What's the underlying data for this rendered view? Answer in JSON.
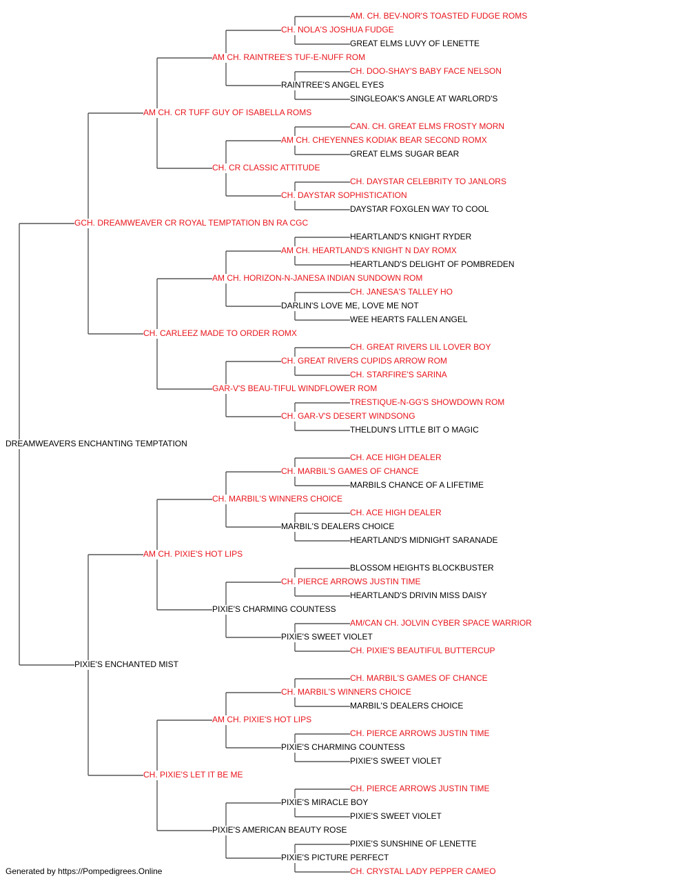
{
  "colors": {
    "champion": "#e8141b",
    "regular": "#000000",
    "line": "#555555"
  },
  "subject": {
    "name": "DREAMWEAVERS ENCHANTING TEMPTATION",
    "champion": false
  },
  "sire": {
    "name": "GCH. DREAMWEAVER CR ROYAL TEMPTATION BN RA CGC",
    "champion": true
  },
  "dam": {
    "name": "PIXIE'S ENCHANTED MIST",
    "champion": false
  },
  "generation3": [
    {
      "name": "AM CH. CR TUFF GUY OF ISABELLA ROMS",
      "champion": true
    },
    {
      "name": "CH. CARLEEZ MADE TO ORDER ROMX",
      "champion": true
    },
    {
      "name": "AM CH. PIXIE'S HOT LIPS",
      "champion": true
    },
    {
      "name": "CH. PIXIE'S LET IT BE ME",
      "champion": true
    }
  ],
  "generation4": [
    {
      "name": "AM CH. RAINTREE'S TUF-E-NUFF ROM",
      "champion": true
    },
    {
      "name": "CH. CR CLASSIC ATTITUDE",
      "champion": true
    },
    {
      "name": "AM CH. HORIZON-N-JANESA INDIAN SUNDOWN ROM",
      "champion": true
    },
    {
      "name": "GAR-V'S BEAU-TIFUL WINDFLOWER ROM",
      "champion": true
    },
    {
      "name": "CH. MARBIL'S WINNERS CHOICE",
      "champion": true
    },
    {
      "name": "PIXIE'S CHARMING COUNTESS",
      "champion": false
    },
    {
      "name": "AM CH. PIXIE'S HOT LIPS",
      "champion": true
    },
    {
      "name": "PIXIE'S AMERICAN BEAUTY ROSE",
      "champion": false
    }
  ],
  "generation5": [
    {
      "name": "CH. NOLA'S JOSHUA FUDGE",
      "champion": true
    },
    {
      "name": "RAINTREE'S ANGEL EYES",
      "champion": false
    },
    {
      "name": "AM CH. CHEYENNES KODIAK BEAR SECOND ROMX",
      "champion": true
    },
    {
      "name": "CH. DAYSTAR SOPHISTICATION",
      "champion": true
    },
    {
      "name": "AM CH. HEARTLAND'S KNIGHT N DAY ROMX",
      "champion": true
    },
    {
      "name": "DARLIN'S LOVE ME, LOVE ME NOT",
      "champion": false
    },
    {
      "name": "CH. GREAT RIVERS CUPIDS ARROW ROM",
      "champion": true
    },
    {
      "name": "CH. GAR-V'S DESERT WINDSONG",
      "champion": true
    },
    {
      "name": "CH. MARBIL'S GAMES OF CHANCE",
      "champion": true
    },
    {
      "name": "MARBIL'S DEALERS CHOICE",
      "champion": false
    },
    {
      "name": "CH. PIERCE ARROWS JUSTIN TIME",
      "champion": true
    },
    {
      "name": "PIXIE'S SWEET VIOLET",
      "champion": false
    },
    {
      "name": "CH. MARBIL'S WINNERS CHOICE",
      "champion": true
    },
    {
      "name": "PIXIE'S CHARMING COUNTESS",
      "champion": false
    },
    {
      "name": "PIXIE'S MIRACLE BOY",
      "champion": false
    },
    {
      "name": "PIXIE'S PICTURE PERFECT",
      "champion": false
    }
  ],
  "generation6": [
    {
      "name": "AM. CH. BEV-NOR'S TOASTED FUDGE ROMS",
      "champion": true
    },
    {
      "name": "GREAT ELMS LUVY OF LENETTE",
      "champion": false
    },
    {
      "name": "CH. DOO-SHAY'S BABY FACE NELSON",
      "champion": true
    },
    {
      "name": "SINGLEOAK'S ANGLE AT WARLORD'S",
      "champion": false
    },
    {
      "name": "CAN. CH. GREAT ELMS FROSTY MORN",
      "champion": true
    },
    {
      "name": "GREAT ELMS SUGAR BEAR",
      "champion": false
    },
    {
      "name": "CH. DAYSTAR CELEBRITY TO JANLORS",
      "champion": true
    },
    {
      "name": "DAYSTAR FOXGLEN WAY TO COOL",
      "champion": false
    },
    {
      "name": "HEARTLAND'S KNIGHT RYDER",
      "champion": false
    },
    {
      "name": "HEARTLAND'S DELIGHT OF POMBREDEN",
      "champion": false
    },
    {
      "name": "CH. JANESA'S TALLEY HO",
      "champion": true
    },
    {
      "name": "WEE HEARTS FALLEN ANGEL",
      "champion": false
    },
    {
      "name": "CH. GREAT RIVERS LIL LOVER BOY",
      "champion": true
    },
    {
      "name": "CH. STARFIRE'S SARINA",
      "champion": true
    },
    {
      "name": "TRESTIQUE-N-GG'S SHOWDOWN ROM",
      "champion": true
    },
    {
      "name": "THELDUN'S LITTLE BIT O MAGIC",
      "champion": false
    },
    {
      "name": "CH. ACE HIGH DEALER",
      "champion": true
    },
    {
      "name": "MARBILS CHANCE OF A LIFETIME",
      "champion": false
    },
    {
      "name": "CH. ACE HIGH DEALER",
      "champion": true
    },
    {
      "name": "HEARTLAND'S MIDNIGHT SARANADE",
      "champion": false
    },
    {
      "name": "BLOSSOM HEIGHTS BLOCKBUSTER",
      "champion": false
    },
    {
      "name": "HEARTLAND'S DRIVIN MISS DAISY",
      "champion": false
    },
    {
      "name": "AM/CAN CH. JOLVIN CYBER SPACE WARRIOR",
      "champion": true
    },
    {
      "name": "CH. PIXIE'S BEAUTIFUL BUTTERCUP",
      "champion": true
    },
    {
      "name": "CH. MARBIL'S GAMES OF CHANCE",
      "champion": true
    },
    {
      "name": "MARBIL'S DEALERS CHOICE",
      "champion": false
    },
    {
      "name": "CH. PIERCE ARROWS JUSTIN TIME",
      "champion": true
    },
    {
      "name": "PIXIE'S SWEET VIOLET",
      "champion": false
    },
    {
      "name": "CH. PIERCE ARROWS JUSTIN TIME",
      "champion": true
    },
    {
      "name": "PIXIE'S SWEET VIOLET",
      "champion": false
    },
    {
      "name": "PIXIE'S SUNSHINE OF LENETTE",
      "champion": false
    },
    {
      "name": "CH. CRYSTAL LADY PEPPER CAMEO",
      "champion": true
    }
  ],
  "footer": "Generated by https://Pompedigrees.Online"
}
